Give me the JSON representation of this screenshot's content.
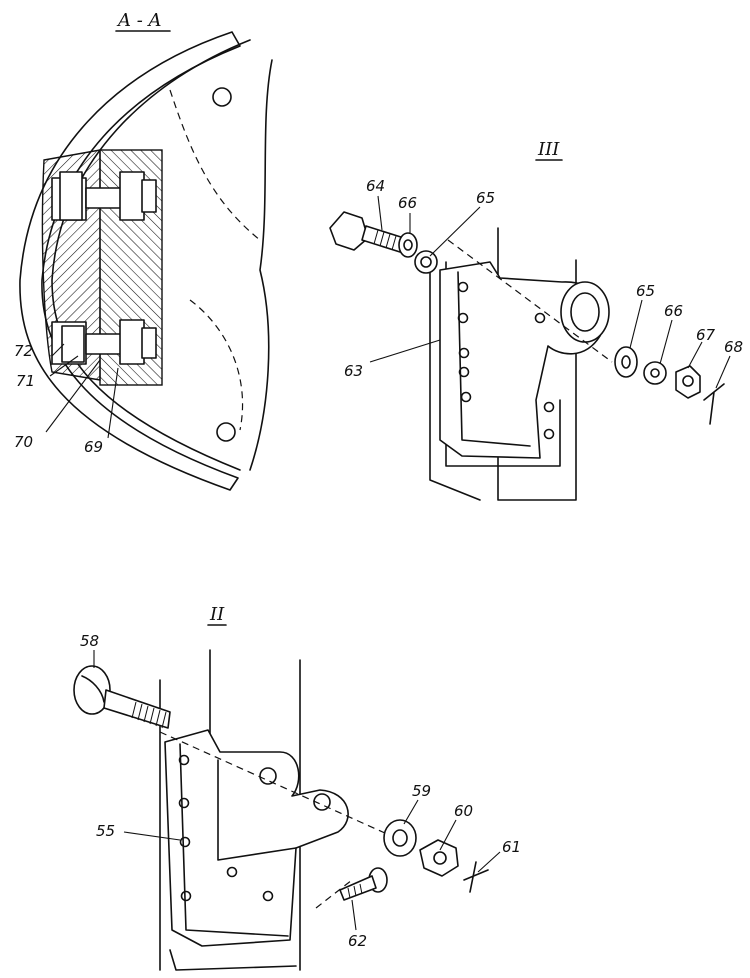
{
  "views": {
    "section": "A - A",
    "view3": "III",
    "view2": "II"
  },
  "labels": {
    "p55": "55",
    "p58": "58",
    "p59": "59",
    "p60": "60",
    "p61": "61",
    "p62": "62",
    "p63": "63",
    "p64": "64",
    "p65a": "65",
    "p65b": "65",
    "p66a": "66",
    "p66b": "66",
    "p67": "67",
    "p68": "68",
    "p69": "69",
    "p70": "70",
    "p71": "71",
    "p72": "72"
  }
}
